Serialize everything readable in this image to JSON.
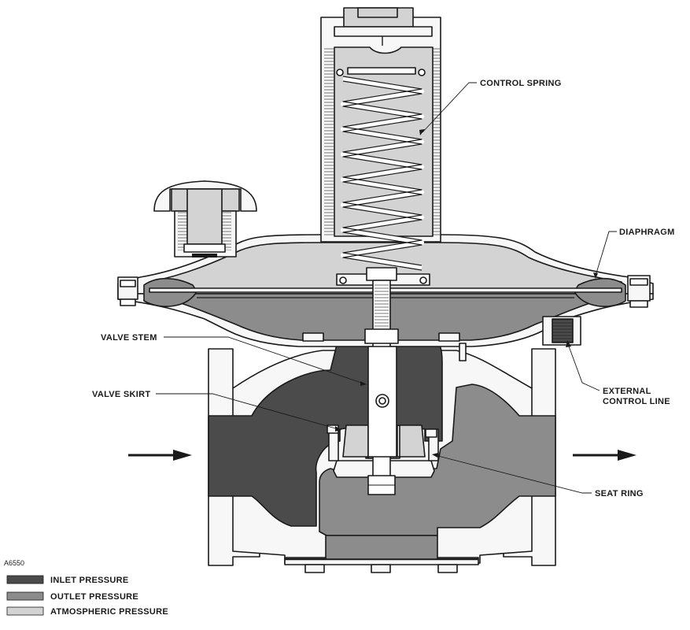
{
  "figure_id": "A6550",
  "colors": {
    "inlet": "#4b4b4b",
    "outlet": "#8c8c8c",
    "atmospheric": "#d3d3d3",
    "metal": "#f7f7f7",
    "outline": "#1a1a1a"
  },
  "callouts": {
    "control_spring": "CONTROL SPRING",
    "diaphragm": "DIAPHRAGM",
    "valve_stem": "VALVE STEM",
    "valve_skirt": "VALVE SKIRT",
    "external_control_line_1": "EXTERNAL",
    "external_control_line_2": "CONTROL LINE",
    "seat_ring": "SEAT RING"
  },
  "legend": [
    {
      "label": "INLET PRESSURE",
      "color": "#4b4b4b"
    },
    {
      "label": "OUTLET PRESSURE",
      "color": "#8c8c8c"
    },
    {
      "label": "ATMOSPHERIC PRESSURE",
      "color": "#d3d3d3"
    }
  ]
}
